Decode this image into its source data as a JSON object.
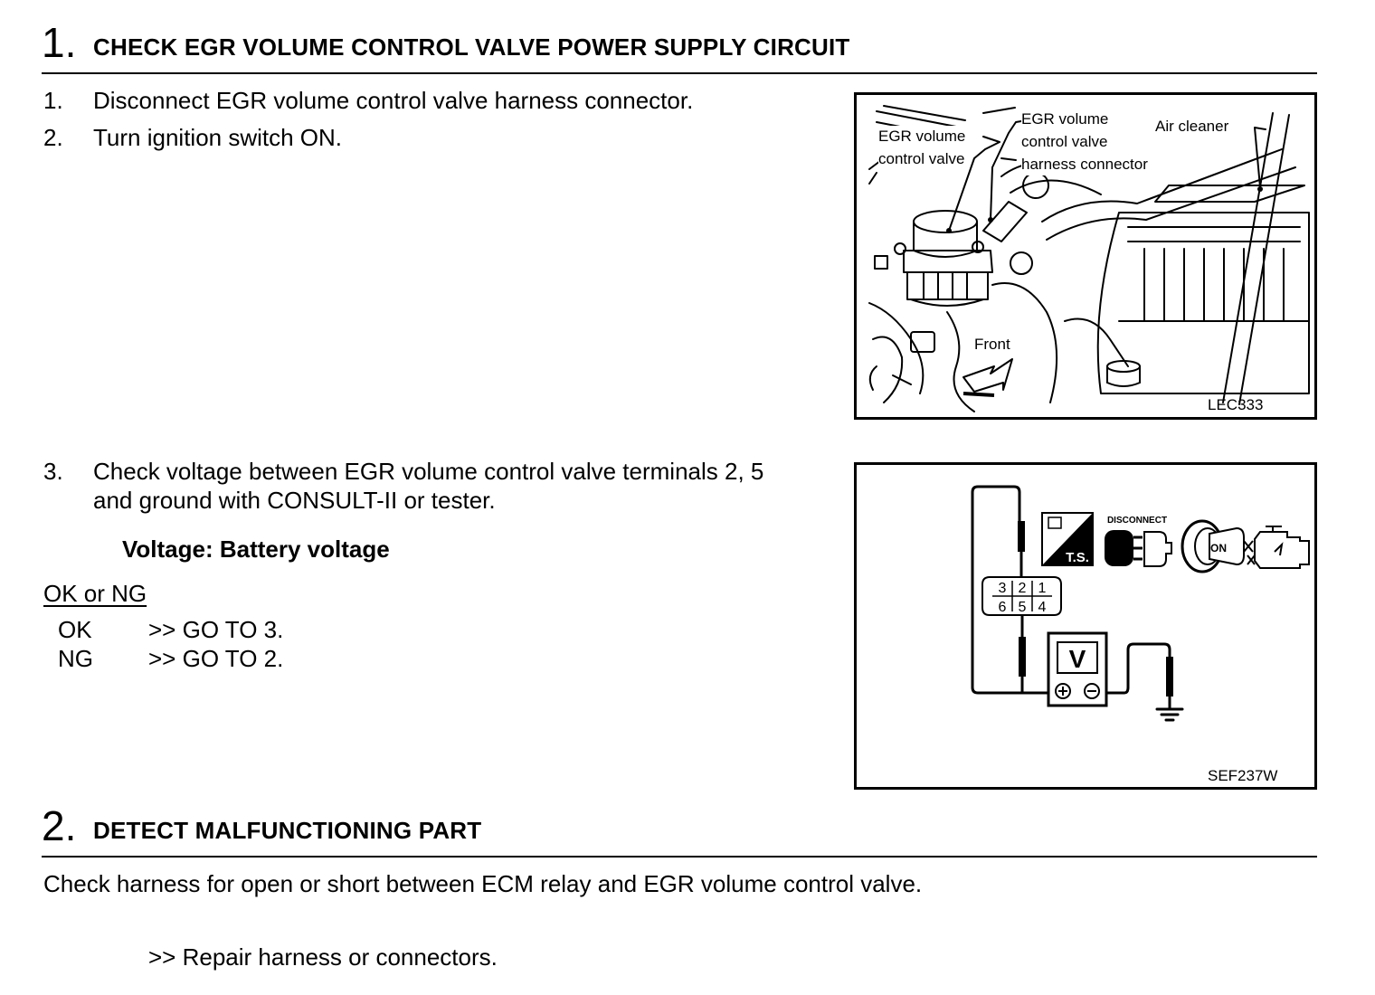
{
  "section1": {
    "number": "1.",
    "title": "CHECK EGR VOLUME CONTROL VALVE POWER SUPPLY CIRCUIT",
    "steps": [
      {
        "num": "1.",
        "text": "Disconnect EGR volume control valve harness connector."
      },
      {
        "num": "2.",
        "text": "Turn ignition switch ON."
      },
      {
        "num": "3.",
        "text_line1": "Check voltage between EGR volume control valve terminals 2, 5",
        "text_line2": "and ground with CONSULT-II or tester."
      }
    ],
    "spec": "Voltage: Battery voltage",
    "decision": {
      "heading": "OK or NG",
      "rows": [
        {
          "label": "OK",
          "action": ">> GO TO 3."
        },
        {
          "label": "NG",
          "action": ">> GO TO 2."
        }
      ]
    }
  },
  "figure1": {
    "labels": {
      "egr_valve_line1": "EGR volume",
      "egr_valve_line2": "control valve",
      "connector_line1": "EGR volume",
      "connector_line2": "control valve",
      "connector_line3": "harness connector",
      "air_cleaner": "Air cleaner",
      "front": "Front"
    },
    "code": "LEC333"
  },
  "figure2": {
    "connector_terminals_top": [
      "3",
      "2",
      "1"
    ],
    "connector_terminals_bottom": [
      "6",
      "5",
      "4"
    ],
    "ts_label": "T.S.",
    "disconnect_label": "DISCONNECT",
    "switch_label": "ON",
    "meter_label": "V",
    "code": "SEF237W"
  },
  "section2": {
    "number": "2.",
    "title": "DETECT MALFUNCTIONING PART",
    "text": "Check harness for open or short between ECM relay and EGR volume control valve.",
    "action": ">> Repair harness or connectors."
  }
}
